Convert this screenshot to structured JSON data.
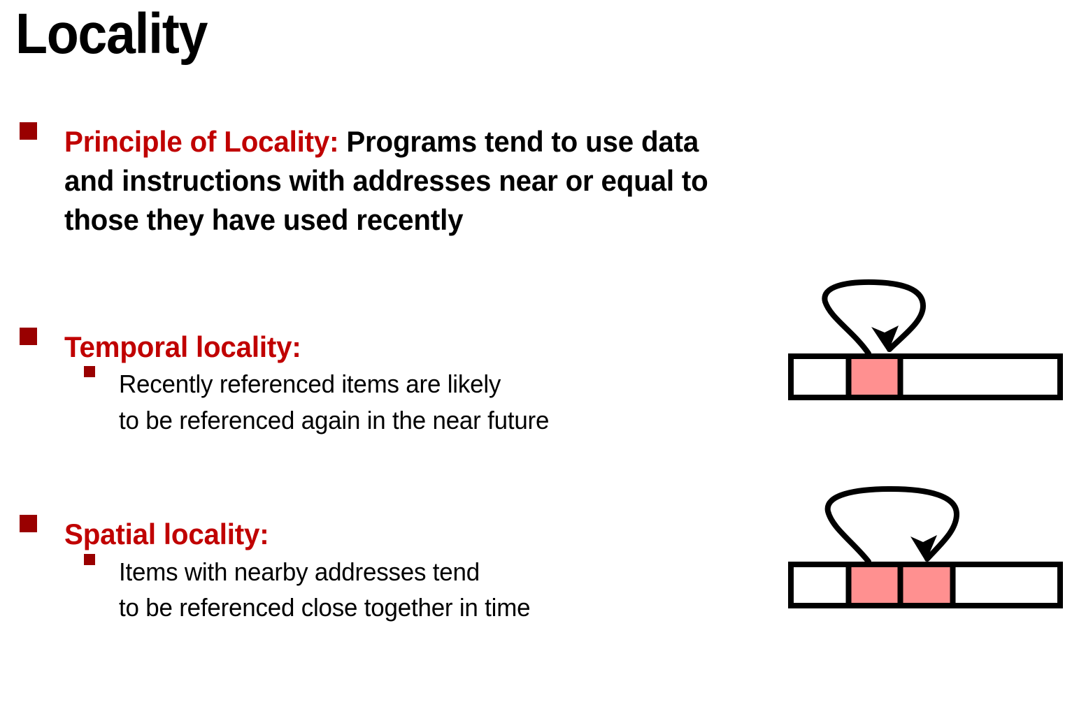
{
  "slide": {
    "title": "Locality",
    "background_color": "#FFFFFF",
    "accent_color": "#C00000",
    "bullet_color": "#990000",
    "text_color": "#000000",
    "highlight_cell_color": "#FF9090"
  },
  "bullets": {
    "principle": {
      "lead": "Principle of Locality:",
      "rest": " Programs tend to use data and instructions with addresses near or equal to those they have used recently"
    },
    "temporal": {
      "heading": "Temporal locality:",
      "sub_line1": "Recently referenced items are likely",
      "sub_line2": "to be referenced again in the near future"
    },
    "spatial": {
      "heading": "Spatial locality:",
      "sub_line1": "Items with nearby addresses tend",
      "sub_line2": "to be referenced close together in time"
    }
  },
  "diagrams": {
    "temporal": {
      "name": "temporal-locality-diagram",
      "cells": 4,
      "highlighted_cells": [
        1
      ],
      "arrow": "loop-back-to-same-cell"
    },
    "spatial": {
      "name": "spatial-locality-diagram",
      "cells": 4,
      "highlighted_cells": [
        1,
        2
      ],
      "arrow": "loop-to-adjacent-cell"
    }
  }
}
